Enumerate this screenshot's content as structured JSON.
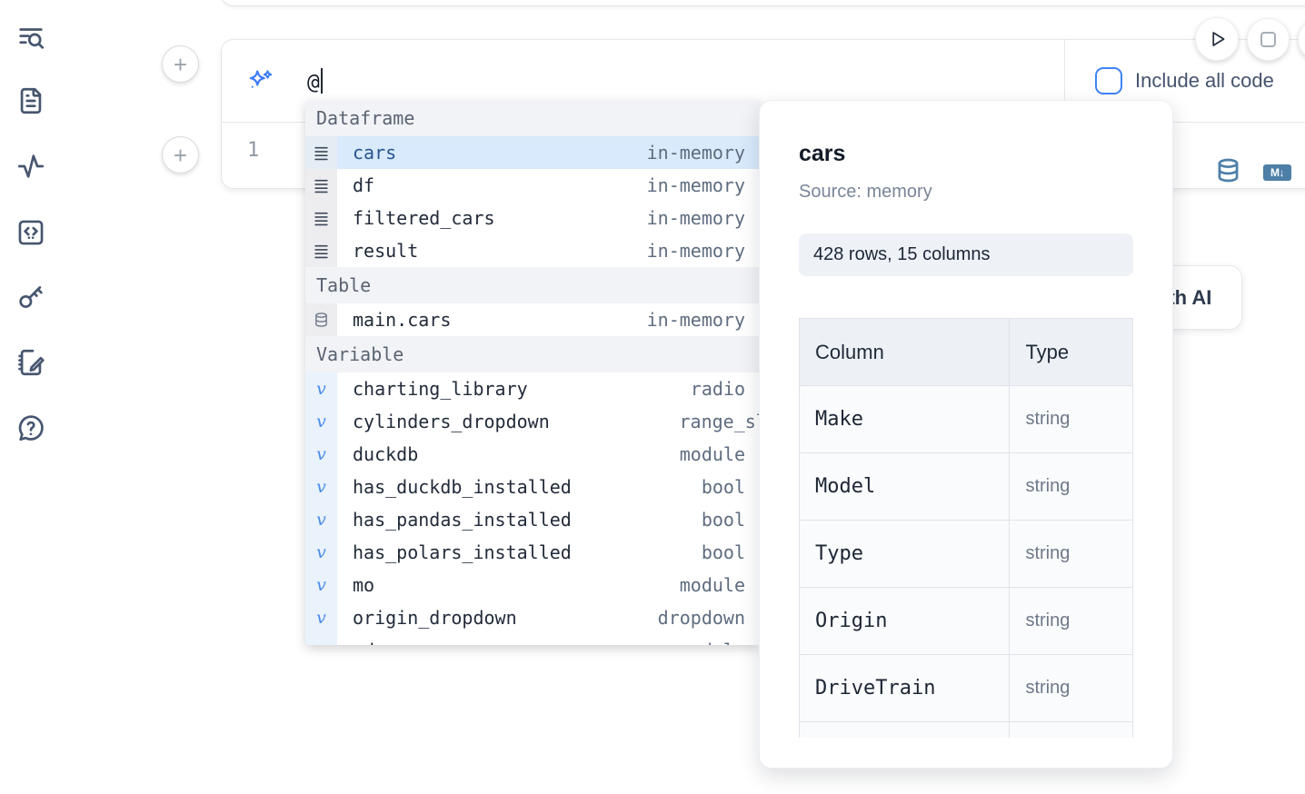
{
  "colors": {
    "accent_blue": "#3b82f6",
    "steel_blue": "#4d7fa7",
    "selection_bg": "#d8eafb",
    "icon_slate": "#47566f"
  },
  "sidebar": {
    "icons": [
      {
        "name": "list-search"
      },
      {
        "name": "document"
      },
      {
        "name": "activity"
      },
      {
        "name": "code-square"
      },
      {
        "name": "key"
      },
      {
        "name": "notebook-edit"
      },
      {
        "name": "help-chat"
      }
    ]
  },
  "cell": {
    "add_button_label": "+",
    "ai_input": {
      "value": "@"
    },
    "include_all_code": {
      "label": "Include all code",
      "checked": false
    },
    "line_number": "1",
    "markdown_badge": "M↓"
  },
  "autocomplete": {
    "sections": [
      {
        "label": "Dataframe",
        "items": [
          {
            "icon": "dataframe",
            "name": "cars",
            "type": "in-memory",
            "selected": true
          },
          {
            "icon": "dataframe",
            "name": "df",
            "type": "in-memory"
          },
          {
            "icon": "dataframe",
            "name": "filtered_cars",
            "type": "in-memory"
          },
          {
            "icon": "dataframe",
            "name": "result",
            "type": "in-memory"
          }
        ]
      },
      {
        "label": "Table",
        "items": [
          {
            "icon": "database",
            "name": "main.cars",
            "type": "in-memory"
          }
        ]
      },
      {
        "label": "Variable",
        "items": [
          {
            "icon": "variable",
            "name": "charting_library",
            "type": "radio"
          },
          {
            "icon": "variable",
            "name": "cylinders_dropdown",
            "type": "range_slider",
            "overflow": true
          },
          {
            "icon": "variable",
            "name": "duckdb",
            "type": "module"
          },
          {
            "icon": "variable",
            "name": "has_duckdb_installed",
            "type": "bool"
          },
          {
            "icon": "variable",
            "name": "has_pandas_installed",
            "type": "bool"
          },
          {
            "icon": "variable",
            "name": "has_polars_installed",
            "type": "bool"
          },
          {
            "icon": "variable",
            "name": "mo",
            "type": "module"
          },
          {
            "icon": "variable",
            "name": "origin_dropdown",
            "type": "dropdown"
          },
          {
            "icon": "variable",
            "name": "pd",
            "type": "module"
          }
        ]
      }
    ]
  },
  "preview_panel": {
    "title": "cars",
    "source_label": "Source: memory",
    "shape_badge": "428 rows, 15 columns",
    "table": {
      "headers": [
        "Column",
        "Type"
      ],
      "rows": [
        {
          "column": "Make",
          "type": "string"
        },
        {
          "column": "Model",
          "type": "string"
        },
        {
          "column": "Type",
          "type": "string"
        },
        {
          "column": "Origin",
          "type": "string"
        },
        {
          "column": "DriveTrain",
          "type": "string"
        },
        {
          "column": "",
          "type": ""
        }
      ]
    }
  },
  "generate_ai_button": {
    "label": "Generate with AI"
  }
}
